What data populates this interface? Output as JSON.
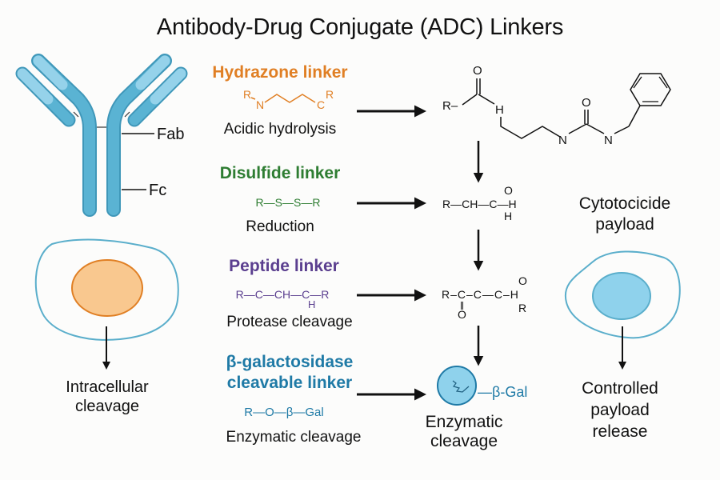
{
  "title": "Antibody-Drug Conjugate (ADC) Linkers",
  "colors": {
    "hydrazone": "#e07f24",
    "disulfide": "#2e7d32",
    "peptide": "#5b3f8f",
    "galactosidase": "#1f7aa6",
    "antibody": "#5ab3d3",
    "antibody_light": "#95d2ea",
    "nucleus_orange": "#f9c88f",
    "nucleus_blue": "#8fd2ec"
  },
  "antibody": {
    "fab_label": "Fab",
    "fc_label": "Fc"
  },
  "left_cell": {
    "label_line1": "Intracellular",
    "label_line2": "cleavage"
  },
  "linkers": [
    {
      "name": "Hydrazone linker",
      "formula_parts": [
        "R",
        "N",
        "C",
        "R"
      ],
      "mechanism": "Acidic hydrolysis"
    },
    {
      "name": "Disulfide linker",
      "formula": "R—S—S—R",
      "mechanism": "Reduction"
    },
    {
      "name": "Peptide linker",
      "formula": "R—C—CH—C—R",
      "formula_sub": "H",
      "mechanism": "Protease cleavage"
    },
    {
      "name_line1": "β-galactosidase",
      "name_line2": "cleavable linker",
      "formula": "R—O—β—Gal",
      "mechanism": "Enzymatic cleavage"
    }
  ],
  "products": {
    "hydrazone_product": {
      "r": "R–",
      "o": "O",
      "h": "H",
      "n1": "N",
      "o2": "O",
      "n2": "N"
    },
    "disulfide_product": {
      "main": "R—CH—C—H",
      "top": "O",
      "bottom": "H"
    },
    "peptide_product": {
      "main": "R–C–C—C–H",
      "o_bottom": "O",
      "o_top": "O",
      "r_bottom": "R"
    },
    "enzyme_product": {
      "label": "—β-Gal",
      "caption_line1": "Enzymatic",
      "caption_line2": "cleavage"
    }
  },
  "right": {
    "payload_line1": "Cytotocicide",
    "payload_line2": "payload",
    "release_line1": "Controlled",
    "release_line2": "payload",
    "release_line3": "release"
  }
}
